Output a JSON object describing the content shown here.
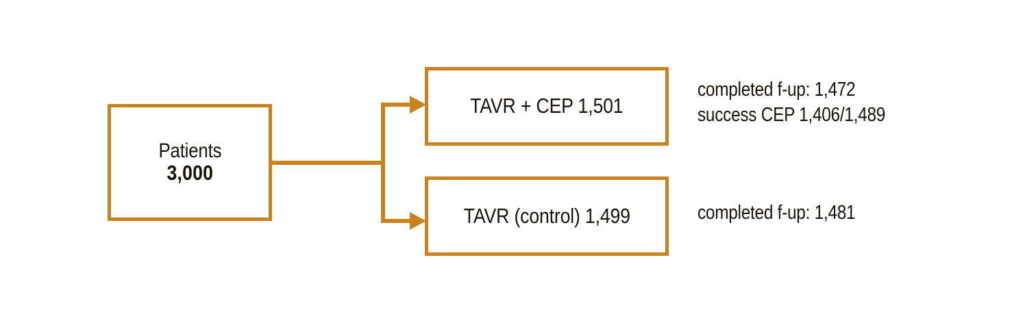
{
  "figure": {
    "type": "flowchart",
    "accent_color": "#c8821e",
    "text_color": "#17120e",
    "background": "#ffffff"
  },
  "nodes": {
    "patients": {
      "label": "Patients",
      "count": "3,000"
    },
    "treatment_arm": {
      "label": "TAVR + CEP  1,501"
    },
    "control_arm": {
      "label": "TAVR (control)  1,499"
    }
  },
  "annotations": {
    "treatment_arm": {
      "line1": "completed f-up: 1,472",
      "line2": "success CEP 1,406/1,489"
    },
    "control_arm": {
      "line1": "completed f-up: 1,481"
    }
  }
}
